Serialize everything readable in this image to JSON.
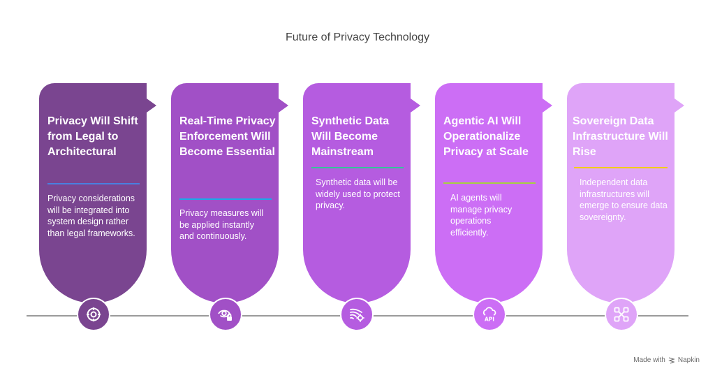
{
  "title": "Future of Privacy Technology",
  "cards": [
    {
      "heading": "Privacy Will Shift from Legal to Architectural",
      "body": "Privacy considerations will be integrated into system design rather than legal frameworks.",
      "color": "#7a4590",
      "divider_color": "#4a7fe0",
      "icon": "target-icon"
    },
    {
      "heading": "Real-Time Privacy Enforcement Will Become Essential",
      "body": "Privacy measures will be applied instantly and continuously.",
      "color": "#a150c6",
      "divider_color": "#1ba8e8",
      "icon": "eye-lock-icon"
    },
    {
      "heading": "Synthetic Data Will Become Mainstream",
      "body": "Synthetic data will be widely used to protect privacy.",
      "color": "#b55ce0",
      "divider_color": "#34c49a",
      "icon": "data-flow-gear-icon"
    },
    {
      "heading": "Agentic AI Will Operationalize Privacy at Scale",
      "body": "AI agents will manage privacy operations efficiently.",
      "color": "#cc6ef5",
      "divider_color": "#a8d040",
      "icon": "cloud-api-icon"
    },
    {
      "heading": "Sovereign Data Infrastructure Will Rise",
      "body": "Independent data infrastructures will emerge to ensure data sovereignty.",
      "color": "#dfa4f8",
      "divider_color": "#f2cc18",
      "icon": "network-nodes-icon"
    }
  ],
  "footer": {
    "made_with": "Made with",
    "brand": "Napkin"
  }
}
